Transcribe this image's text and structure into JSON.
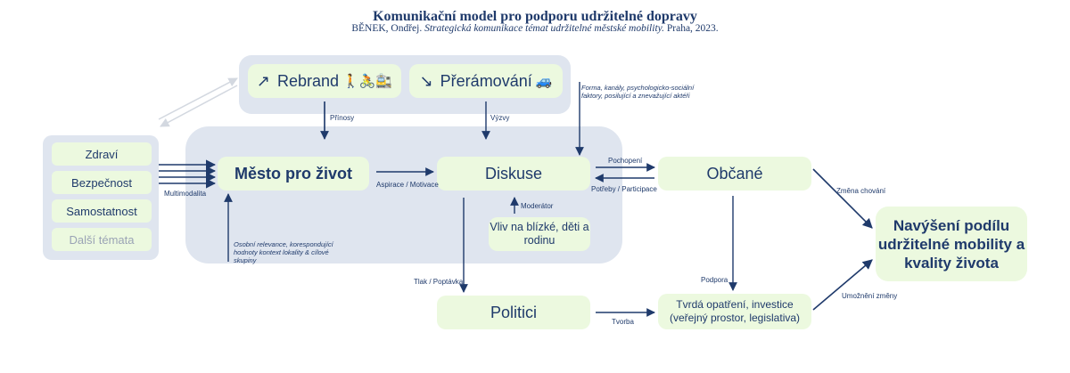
{
  "header": {
    "title": "Komunikační model pro podporu udržitelné dopravy",
    "citation_author": "BĚNEK, Ondřej.",
    "citation_work": "Strategická komunikace témat udržitelné městské mobility.",
    "citation_place": "Praha, 2023."
  },
  "strategies": {
    "rebrand": {
      "arrow": "↗",
      "label": "Rebrand",
      "icons": "🚶🚴🚉"
    },
    "reframe": {
      "arrow": "↘",
      "label": "Přerámování",
      "icons": "🚙"
    }
  },
  "topics": [
    "Zdraví",
    "Bezpečnost",
    "Samostatnost",
    "Další témata"
  ],
  "nodes": {
    "city": "Město pro život",
    "discussion": "Diskuse",
    "influence": "Vliv na blízké, děti a rodinu",
    "citizens": "Občané",
    "politicians": "Politici",
    "measures": "Tvrdá opatření, investice (veřejný prostor, legislativa)",
    "goal": "Navýšení podílu udržitelné mobility a kvality života"
  },
  "edges": {
    "benefits": "Přínosy",
    "challenges": "Výzvy",
    "form": "Forma, kanály, psychologicko-sociální faktory, posilující a znevažující aktéři",
    "multimodality": "Multimodalita",
    "aspiration": "Aspirace / Motivace",
    "understanding": "Pochopení",
    "needs": "Potřeby / Participace",
    "moderator": "Moderátor",
    "personal": "Osobní relevance, korespondující hodnoty kontext lokality & cílové skupiny",
    "pressure": "Tlak / Poptávka",
    "support": "Podpora",
    "creation": "Tvorba",
    "behavior": "Změna chování",
    "enabling": "Umožnění změny"
  }
}
